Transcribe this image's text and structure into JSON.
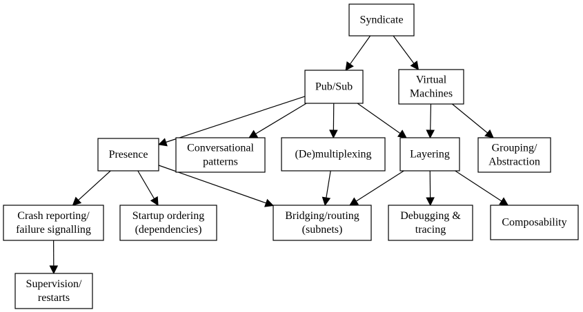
{
  "nodes": {
    "syndicate": [
      "Syndicate"
    ],
    "pubsub": [
      "Pub/Sub"
    ],
    "vm": [
      "Virtual",
      "Machines"
    ],
    "presence": [
      "Presence"
    ],
    "conv": [
      "Conversational",
      "patterns"
    ],
    "demux": [
      "(De)multiplexing"
    ],
    "layering": [
      "Layering"
    ],
    "grouping": [
      "Grouping/",
      "Abstraction"
    ],
    "crash": [
      "Crash reporting/",
      "failure signalling"
    ],
    "startup": [
      "Startup ordering",
      "(dependencies)"
    ],
    "bridging": [
      "Bridging/routing",
      "(subnets)"
    ],
    "debug": [
      "Debugging &",
      "tracing"
    ],
    "compose": [
      "Composability"
    ],
    "supervision": [
      "Supervision/",
      "restarts"
    ]
  },
  "edges": [
    [
      "syndicate",
      "pubsub"
    ],
    [
      "syndicate",
      "vm"
    ],
    [
      "pubsub",
      "presence"
    ],
    [
      "pubsub",
      "conv"
    ],
    [
      "pubsub",
      "demux"
    ],
    [
      "pubsub",
      "layering"
    ],
    [
      "vm",
      "layering"
    ],
    [
      "vm",
      "grouping"
    ],
    [
      "presence",
      "crash"
    ],
    [
      "presence",
      "startup"
    ],
    [
      "presence",
      "bridging"
    ],
    [
      "demux",
      "bridging"
    ],
    [
      "layering",
      "bridging"
    ],
    [
      "layering",
      "debug"
    ],
    [
      "layering",
      "compose"
    ],
    [
      "crash",
      "supervision"
    ]
  ]
}
